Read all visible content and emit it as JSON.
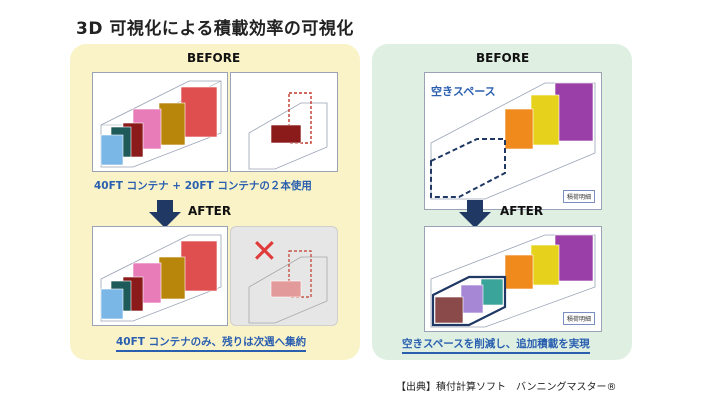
{
  "title": "3D 可視化による積載効率の可視化",
  "left_panel": {
    "before_label": "BEFORE",
    "before_caption": "40FT コンテナ + 20FT コンテナの２本使用",
    "after_label": "AFTER",
    "after_caption": "40FT コンテナのみ、残りは次週へ集約"
  },
  "right_panel": {
    "before_label": "BEFORE",
    "empty_space_label": "空きスペース",
    "detail_tag": "積荷明細",
    "after_label": "AFTER",
    "after_detail_tag": "積荷明細",
    "after_caption": "空きスペースを削減し、追加積載を実現"
  },
  "source": "【出典】積付計算ソフト　バンニングマスター®",
  "colors": {
    "left_panel_bg": "#faf3c8",
    "right_panel_bg": "#dff0e3",
    "accent_blue": "#2a5fb0",
    "arrow_navy": "#1f3864"
  }
}
